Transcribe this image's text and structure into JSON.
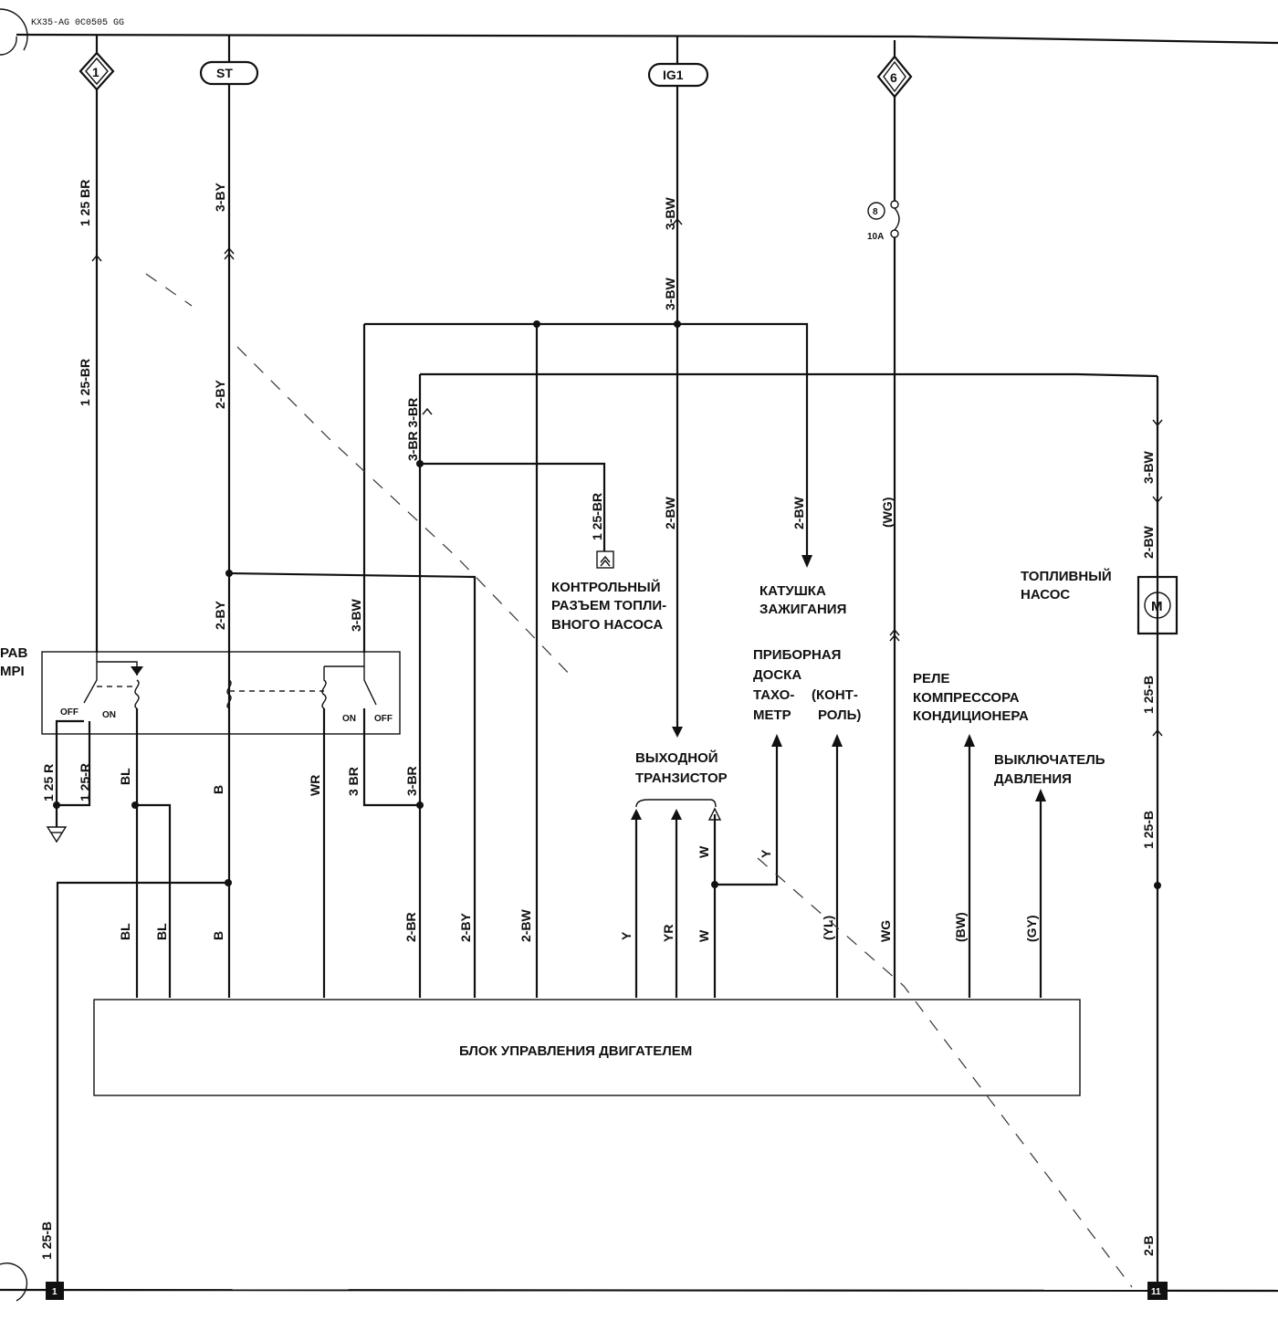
{
  "header_code": "KX35-AG 0C0505 GG",
  "connectors": {
    "c1": "1",
    "st": "ST",
    "ig1": "IG1",
    "c6": "6",
    "fuse_no": "8",
    "fuse_rating": "10A",
    "ground_left": "1",
    "ground_right": "11"
  },
  "relay": {
    "label_line1": "РАВ",
    "label_line2": "MPI",
    "off": "OFF",
    "on": "ON"
  },
  "wires": {
    "w1": "1 25 BR",
    "w2": "1 25-BR",
    "w3": "3-BY",
    "w4": "2-BY",
    "w5": "2-BY",
    "w6": "3-BW",
    "w7": "3-BR 3-BR",
    "w8": "3-BR",
    "w9": "1 25-BR",
    "w10": "3-BW",
    "w11": "3-BW",
    "w12": "2-BW",
    "w13": "2-BW",
    "w14": "(WG)",
    "w15": "3-BW",
    "w16": "2-BW",
    "w17": "1 25-B",
    "w18": "1 25-B",
    "w19": "2-B",
    "w20": "1 25-B",
    "w21": "1 25 R",
    "w22": "1 25-R",
    "w23": "BL",
    "w24": "B",
    "w25": "WR",
    "w26": "3 BR",
    "w27": "3-BR",
    "w28": "W",
    "w29": "Y"
  },
  "ecu_pins": [
    "BL",
    "BL",
    "B",
    "2-BR",
    "2-BY",
    "2-BW",
    "Y",
    "YR",
    "W",
    "(YL)",
    "WG",
    "(BW)",
    "(GY)"
  ],
  "components": {
    "fuel_conn_l1": "КОНТРОЛЬНЫЙ",
    "fuel_conn_l2": "РАЗЪЕМ ТОПЛИ-",
    "fuel_conn_l3": "ВНОГО НАСОСА",
    "coil_l1": "КАТУШКА",
    "coil_l2": "ЗАЖИГАНИЯ",
    "pump_l1": "ТОПЛИВНЫЙ",
    "pump_l2": "НАСОС",
    "dash_l1": "ПРИБОРНАЯ",
    "dash_l2": "ДОСКА",
    "dash_l3a": "ТАХО-",
    "dash_l3b": "(КОНТ-",
    "dash_l4a": "МЕТР",
    "dash_l4b": "РОЛЬ)",
    "ac_l1": "РЕЛЕ",
    "ac_l2": "КОМПРЕССОРА",
    "ac_l3": "КОНДИЦИОНЕРА",
    "transistor_l1": "ВЫХОДНОЙ",
    "transistor_l2": "ТРАНЗИСТОР",
    "pressure_l1": "ВЫКЛЮЧАТЕЛЬ",
    "pressure_l2": "ДАВЛЕНИЯ",
    "ecu": "БЛОК УПРАВЛЕНИЯ ДВИГАТЕЛЕМ"
  }
}
